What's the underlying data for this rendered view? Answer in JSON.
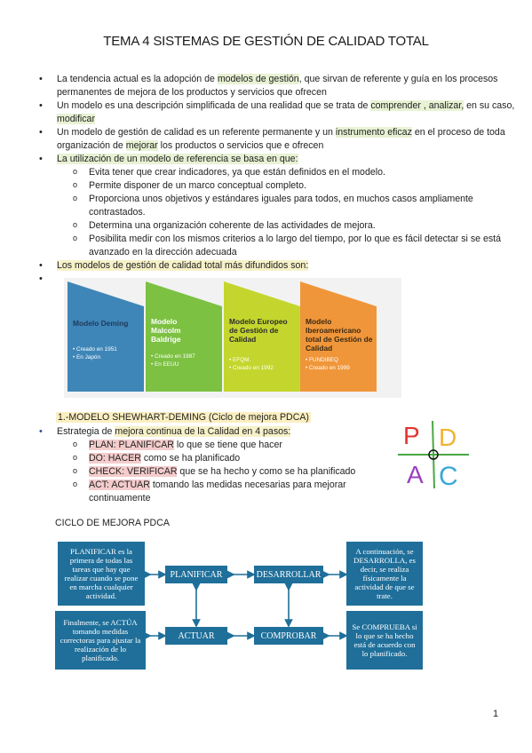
{
  "title": "TEMA 4 SISTEMAS DE GESTIÓN DE CALIDAD TOTAL",
  "bullets": {
    "b1": {
      "pre": "La tendencia actual es la adopción de ",
      "hl1": "modelos de gestión",
      "post": ", que sirvan de referente y guía en los procesos permanentes de mejora de los productos y servicios que ofrecen"
    },
    "b2": {
      "pre": "Un modelo es una descripción simplificada de una realidad que se trata de ",
      "hl1": "comprender , analizar,",
      "mid": " en su caso, ",
      "hl2": "modificar"
    },
    "b3": {
      "pre": "Un modelo de gestión de calidad es un referente permanente y un ",
      "hl1": "instrumento eficaz",
      "mid": " en el proceso de toda organización de ",
      "hl2": "mejorar",
      "post": " los productos o servicios que e ofrecen"
    },
    "b4": {
      "text": "La utilización de un modelo de referencia se basa en que:"
    },
    "b4_sub": [
      "Evita tener que crear indicadores, ya que están definidos en el modelo.",
      "Permite disponer de un marco conceptual completo.",
      "Proporciona unos objetivos y estándares iguales para todos, en muchos casos ampliamente contrastados.",
      "Determina una organización coherente de las actividades de mejora.",
      "Posibilita medir con los mismos criterios a lo largo del tiempo, por lo que es fácil detectar si se está avanzado en la dirección adecuada"
    ],
    "b5": {
      "text": "Los modelos de gestión de calidad total más difundidos son:"
    }
  },
  "models": [
    {
      "title": "Modelo Deming",
      "l1": "• Creado en 1951",
      "l2": "• En Japón",
      "color": "#3f86b8"
    },
    {
      "title": "Modelo Malcolm Baldrige",
      "l1": "• Creado en 1987",
      "l2": "• En EEUU",
      "color": "#7cc142"
    },
    {
      "title": "Modelo Europeo de Gestión de Calidad",
      "l1": "• EFQM.",
      "l2": "• Creado en 1992",
      "color": "#c4d62e"
    },
    {
      "title": "Modelo Iberoamericano total de Gestión de Calidad",
      "l1": "• FUNDIBEQ",
      "l2": "• Creado en 1999",
      "color": "#f0963a"
    }
  ],
  "pdca": {
    "heading": "1.-MODELO SHEWHART-DEMING (Ciclo de mejora PDCA)",
    "strategy_pre": "Estrategia de ",
    "strategy_hl": "mejora continua de la Calidad en 4 pasos:",
    "steps": [
      {
        "key": "PLAN: PLANIFICAR",
        "rest": " lo que se tiene que hacer"
      },
      {
        "key": "DO: HACER",
        "rest": " como se ha planificado"
      },
      {
        "key": "CHECK: VERIFICAR",
        "rest": " que se ha hecho y como se ha planificado"
      },
      {
        "key": "ACT: ACTUAR",
        "rest": " tomando las medidas necesarias para mejorar continuamente"
      }
    ],
    "logo_letters": {
      "p": "P",
      "d": "D",
      "a": "A",
      "c": "C"
    }
  },
  "ciclo": {
    "heading": "CICLO DE MEJORA PDCA",
    "planificar_desc": "PLANIFICAR es la primera de todas las tareas que hay que realizar cuando se pone en marcha cualquier actividad.",
    "desarrollar_desc": "A continuación, se DESARROLLA, es decir, se realiza físicamente la actividad de que se trate.",
    "actuar_desc": "Finalmente, se ACTÚA tomando medidas correctoras para ajustar la realización de lo planificado.",
    "comprobar_desc": "Se COMPRUEBA si lo que se ha hecho está de acuerdo con lo planificado.",
    "planificar": "PLANIFICAR",
    "desarrollar": "DESARROLLAR",
    "actuar": "ACTUAR",
    "comprobar": "COMPROBAR",
    "box_color": "#1f6f9a"
  },
  "page_number": "1"
}
